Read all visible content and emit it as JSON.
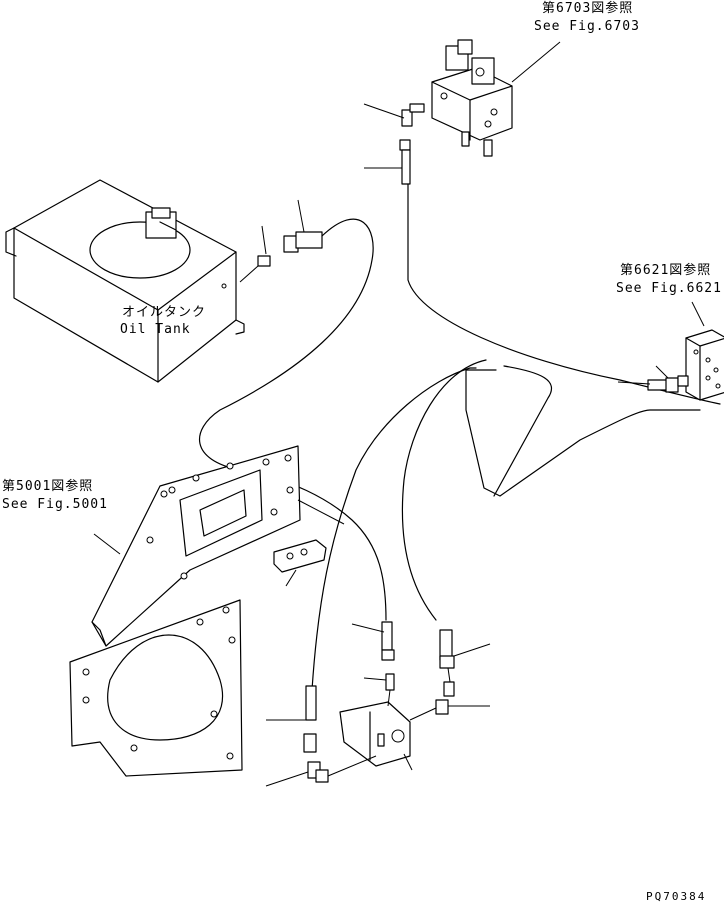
{
  "refs": {
    "fig6703_jp": "第6703図参照",
    "fig6703_en": "See Fig.6703",
    "fig6621_jp": "第6621図参照",
    "fig6621_en": "See Fig.6621",
    "fig5001_jp": "第5001図参照",
    "fig5001_en": "See Fig.5001"
  },
  "tank": {
    "label_jp": "オイルタンク",
    "label_en": "Oil Tank"
  },
  "drawing_code": "PQ70384"
}
